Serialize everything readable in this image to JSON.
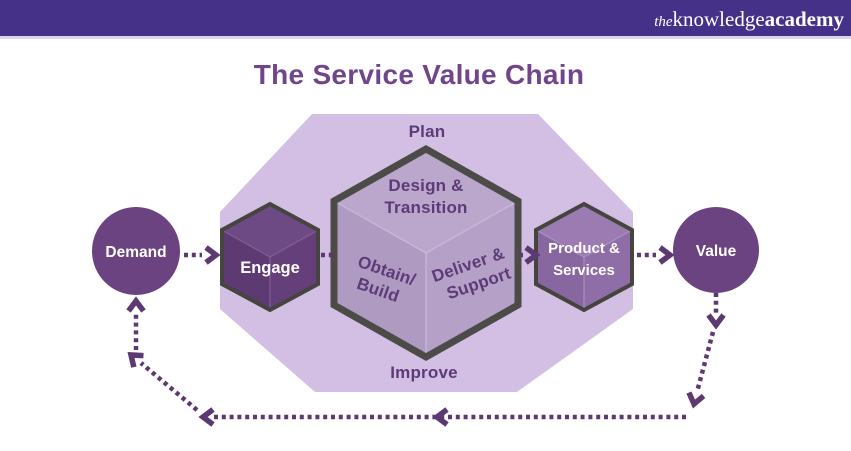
{
  "header": {
    "logo": {
      "the": "the",
      "knowledge": "knowledge",
      "academy": "academy"
    }
  },
  "title": "The Service Value Chain",
  "outer_ring": {
    "top_label": "Plan",
    "bottom_label": "Improve"
  },
  "core": {
    "design_transition_line1": "Design &",
    "design_transition_line2": "Transition",
    "obtain_build_line1": "Obtain/",
    "obtain_build_line2": "Build",
    "deliver_support_line1": "Deliver &",
    "deliver_support_line2": "Support"
  },
  "nodes": {
    "engage": "Engage",
    "product_services_line1": "Product &",
    "product_services_line2": "Services",
    "demand": "Demand",
    "value": "Value"
  },
  "colors": {
    "header_bar": "#463189",
    "header_underline": "#ddd3ef",
    "logo_text": "#ffffff",
    "title_text": "#70458b",
    "octagon_fill": "#d3bfe3",
    "label_text": "#5d3a78",
    "core_border": "#4c4b47",
    "core_face_top": "#bba7cc",
    "core_face_left": "#af9ac2",
    "core_face_right": "#b5a0c7",
    "core_inner_edge": "#c9b9d9",
    "cube_border": "#45443f",
    "engage_face_top": "#6e4a84",
    "engage_face_left": "#5d3a72",
    "engage_face_right": "#653f7a",
    "engage_inner_edge": "#7e5c95",
    "ps_face_top": "#9b7bb1",
    "ps_face_left": "#8866a0",
    "ps_face_right": "#8f6da6",
    "ps_inner_edge": "#a98fbc",
    "node_fill": "#6a4380",
    "node_text": "#ffffff",
    "arrow": "#5c3971"
  }
}
